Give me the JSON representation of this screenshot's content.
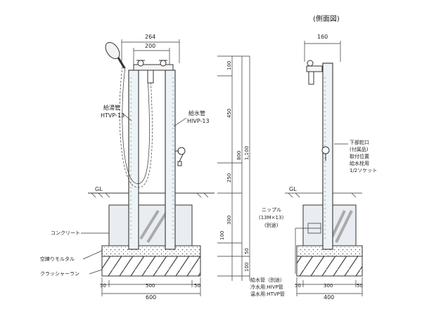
{
  "side_title": "(側面図)",
  "front": {
    "dims_top": [
      "264",
      "200"
    ],
    "labels": {
      "hot_pipe": [
        "給湯管",
        "HTVP-13"
      ],
      "cold_pipe": [
        "給水管",
        "HIVP-13"
      ],
      "concrete": "コンクリート",
      "dry_mortar": "空練りモルタル",
      "crusher_run": "クラッシャーラン",
      "gl": "GL"
    },
    "bottom_dims": [
      "50",
      "500",
      "50"
    ],
    "bottom_total": "600",
    "vertical_dims": [
      "100",
      "450",
      "800",
      "1,100",
      "250",
      "300",
      "100",
      "50",
      "100"
    ]
  },
  "side": {
    "dim_top": "160",
    "labels": {
      "lower_outlet": [
        "下部蛇口",
        "(付属品)",
        "取付位置",
        "給水栓用",
        "1/2ソケット"
      ],
      "nipple": [
        "ニップル",
        "(13M×13)",
        "(別途)"
      ],
      "supply": [
        "給水管（別途）",
        "冷水用:HIVP管",
        "温水用:HTVP管"
      ],
      "gl": "GL"
    },
    "bottom_dims": [
      "50",
      "300",
      "50"
    ],
    "bottom_total": "400"
  }
}
